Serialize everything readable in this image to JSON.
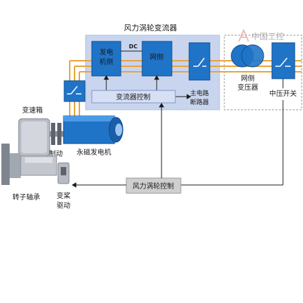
{
  "converter": {
    "title": "风力涡轮变流器",
    "generator_side_lines": [
      "发电",
      "机侧"
    ],
    "dc_label": "DC",
    "grid_side": "网侧",
    "control": "变流器控制",
    "main_breaker_lines": [
      "主电路",
      "断路器"
    ]
  },
  "grid_transformer_lines": [
    "网侧",
    "变压器"
  ],
  "mv_switch": "中压开关",
  "gearbox": "变速箱",
  "brake": "制动",
  "pm_generator": "永磁发电机",
  "rotor_bearing": "转子轴承",
  "pitch_drive_lines": [
    "变桨",
    "驱动"
  ],
  "turbine_control": "风力涡轮控制",
  "watermark": "中国工控",
  "colors": {
    "panel": "#c9d5ee",
    "block": "#1f74c8",
    "bus_orange": "#e8a33c",
    "control_box": "#cfcfcf"
  },
  "icons": [
    "breaker-switch-icon",
    "transformer-icon",
    "gearbox-icon",
    "generator-icon",
    "rotor-hub-icon",
    "pitch-drive-icon"
  ]
}
